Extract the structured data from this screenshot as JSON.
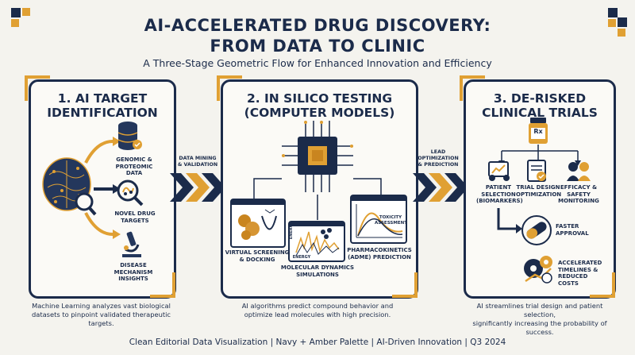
{
  "header": {
    "title_line1": "AI-ACCELERATED DRUG DISCOVERY:",
    "title_line2": "FROM DATA TO CLINIC",
    "subtitle": "A Three-Stage Geometric Flow for Enhanced Innovation and Efficiency"
  },
  "colors": {
    "navy": "#1b2b4a",
    "amber": "#e0a033",
    "background": "#f4f3ee"
  },
  "stage1": {
    "title_line1": "1. AI TARGET",
    "title_line2": "IDENTIFICATION",
    "items": [
      {
        "label_line1": "GENOMIC &",
        "label_line2": "PROTEOMIC DATA",
        "icon": "database-icon"
      },
      {
        "label_line1": "NOVEL DRUG",
        "label_line2": "TARGETS",
        "icon": "magnifier-icon"
      },
      {
        "label_line1": "DISEASE",
        "label_line2": "MECHANISM",
        "label_line3": "INSIGHTS",
        "icon": "microscope-icon"
      }
    ],
    "caption_line1": "Machine Learning analyzes vast biological",
    "caption_line2": "datasets to pinpoint validated therapeutic targets."
  },
  "flow1": {
    "line1": "DATA MINING",
    "line2": "& VALIDATION"
  },
  "stage2": {
    "title_line1": "2. IN SILICO TESTING",
    "title_line2": "(COMPUTER MODELS)",
    "items": [
      {
        "label_line1": "VIRTUAL SCREENING",
        "label_line2": "& DOCKING"
      },
      {
        "label_line1": "MOLECULAR DYNAMICS",
        "label_line2": "SIMULATIONS",
        "axis_y": "ENERGY",
        "axis_x": "ENERGY"
      },
      {
        "label_line1": "PHARMACOKINETICS",
        "label_line2": "(ADME) PREDICTION",
        "chart_label_line1": "TOXICITY",
        "chart_label_line2": "ASSESSMENT"
      }
    ],
    "caption_line1": "AI algorithms predict compound behavior and",
    "caption_line2": "optimize lead molecules with high precision."
  },
  "flow2": {
    "line1": "LEAD",
    "line2": "OPTIMIZATION",
    "line3": "& PREDICTION"
  },
  "stage3": {
    "title_line1": "3. DE-RISKED",
    "title_line2": "CLINICAL TRIALS",
    "bottle_label": "Rx",
    "items": [
      {
        "label_line1": "PATIENT",
        "label_line2": "SELECTION",
        "label_line3": "(BIOMARKERS)"
      },
      {
        "label_line1": "TRIAL DESIGN",
        "label_line2": "OPTIMIZATION"
      },
      {
        "label_line1": "EFFICACY &",
        "label_line2": "SAFETY",
        "label_line3": "MONITORING"
      },
      {
        "label_line1": "FASTER",
        "label_line2": "APPROVAL"
      },
      {
        "label_line1": "ACCELERATED",
        "label_line2": "TIMELINES &",
        "label_line3": "REDUCED COSTS"
      }
    ],
    "caption_line1": "AI streamlines trial design and patient selection,",
    "caption_line2": "significantly increasing the probability of success."
  },
  "footer": {
    "text": "Clean Editorial Data Visualization | Navy + Amber Palette | AI-Driven Innovation | Q3 2024"
  }
}
